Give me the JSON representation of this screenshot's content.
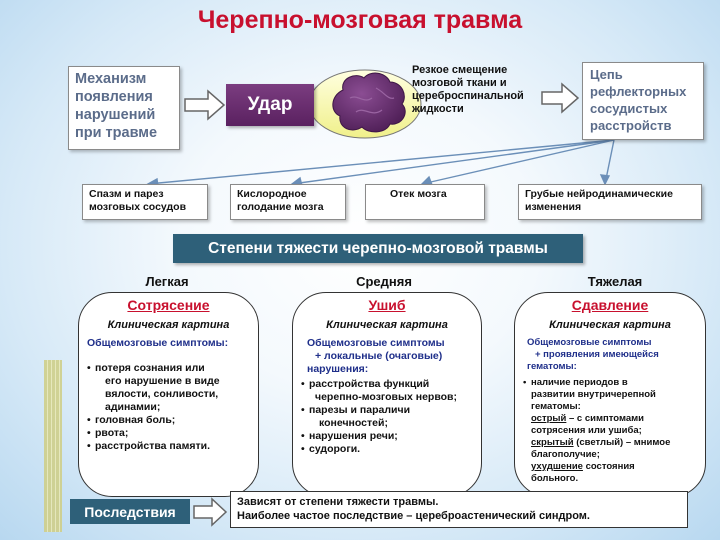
{
  "title": "Черепно-мозговая травма",
  "mechanism": [
    "Механизм",
    "появления",
    "нарушений",
    "при травме"
  ],
  "strike": "Удар",
  "shift": [
    "Резкое смещение",
    "мозговой ткани и",
    "цереброспинальной",
    "жидкости"
  ],
  "chain": [
    "Цепь",
    "рефлекторных",
    "сосудистых",
    "расстройств"
  ],
  "effects": [
    {
      "lines": [
        "Спазм и парез",
        "мозговых сосудов"
      ]
    },
    {
      "lines": [
        "Кислородное",
        "голодание мозга"
      ]
    },
    {
      "lines": [
        "Отек мозга"
      ]
    },
    {
      "lines": [
        "Грубые нейродинамические",
        "изменения"
      ]
    }
  ],
  "degrees_title": "Степени тяжести черепно-мозговой травмы",
  "severities": [
    "Легкая",
    "Средняя",
    "Тяжелая"
  ],
  "panels": [
    {
      "title": "Сотрясение",
      "subtitle": "Клиническая картина",
      "heading": [
        "Общемозговые симптомы:"
      ],
      "items": [
        [
          "потеря сознания или",
          "его нарушение в виде",
          "вялости, сонливости,",
          "адинамии;"
        ],
        [
          "головная боль;"
        ],
        [
          "рвота;"
        ],
        [
          "расстройства памяти."
        ]
      ]
    },
    {
      "title": "Ушиб",
      "subtitle": "Клиническая картина",
      "heading": [
        "Общемозговые симптомы",
        "+ локальные (очаговые)",
        "нарушения:"
      ],
      "items": [
        [
          "расстройства функций",
          "черепно-мозговых нервов;"
        ],
        [
          "парезы и параличи",
          "конечностей;"
        ],
        [
          "нарушения речи;"
        ],
        [
          "судороги."
        ]
      ]
    },
    {
      "title": "Сдавление",
      "subtitle": "Клиническая картина",
      "heading": [
        "Общемозговые симптомы",
        "+ проявления имеющейся",
        "гематомы:"
      ],
      "item_intro": [
        "наличие периодов в",
        "развитии внутричерепной",
        "гематомы:"
      ],
      "periods": [
        {
          "name": "острый",
          "text": " – с симптомами",
          "cont": "сотрясения или ушиба;"
        },
        {
          "name": "скрытый",
          "text": " (светлый) – мнимое",
          "cont": "благополучие;"
        },
        {
          "name": "ухудшение",
          "text": " состояния",
          "cont": "больного."
        }
      ]
    }
  ],
  "consequences_label": "Последствия",
  "consequences": [
    "Зависят от степени тяжести травмы.",
    "Наиболее частое последствие – цереброастенический синдром."
  ],
  "colors": {
    "title": "#c8102e",
    "strike": "#6a2a70",
    "banner": "#2e6079",
    "box_text": "#5b6c8a",
    "brain": "#6b3575"
  }
}
